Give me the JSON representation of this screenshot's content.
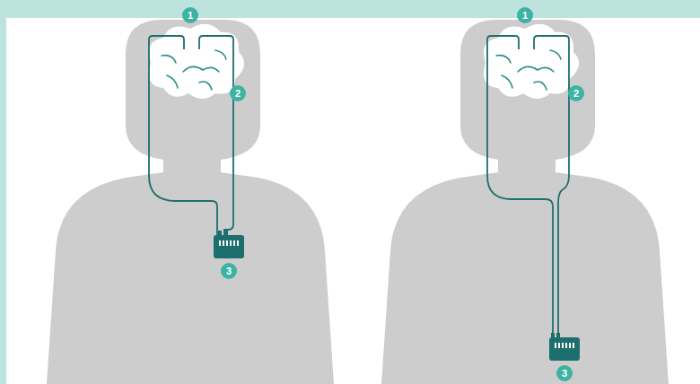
{
  "diagram": {
    "labels": [
      "1",
      "2",
      "3",
      "1",
      "2",
      "3"
    ]
  }
}
